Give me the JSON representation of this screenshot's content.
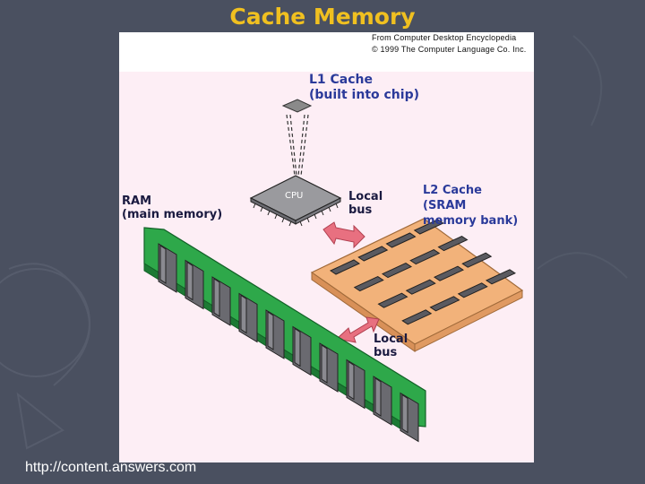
{
  "slide": {
    "title": "Cache Memory",
    "source_url": "http://content.answers.com"
  },
  "figure": {
    "credit_line1": "From Computer Desktop Encyclopedia",
    "credit_line2": "© 1999 The Computer Language Co. Inc.",
    "l1_cache": [
      "L1 Cache",
      "(built into chip)"
    ],
    "cpu_label": "CPU",
    "ram": [
      "RAM",
      "(main memory)"
    ],
    "local_bus_top": [
      "Local",
      "bus"
    ],
    "l2_cache": [
      "L2 Cache",
      "(SRAM",
      "memory bank)"
    ],
    "local_bus_bottom": [
      "Local",
      "bus"
    ]
  },
  "colors": {
    "title": "#f0c020",
    "background": "#4a5060",
    "label_blue": "#2a3a9a",
    "ram_green": "#2ea84a",
    "l2_board": "#f2b27a",
    "arrow_pink": "#e87080"
  }
}
